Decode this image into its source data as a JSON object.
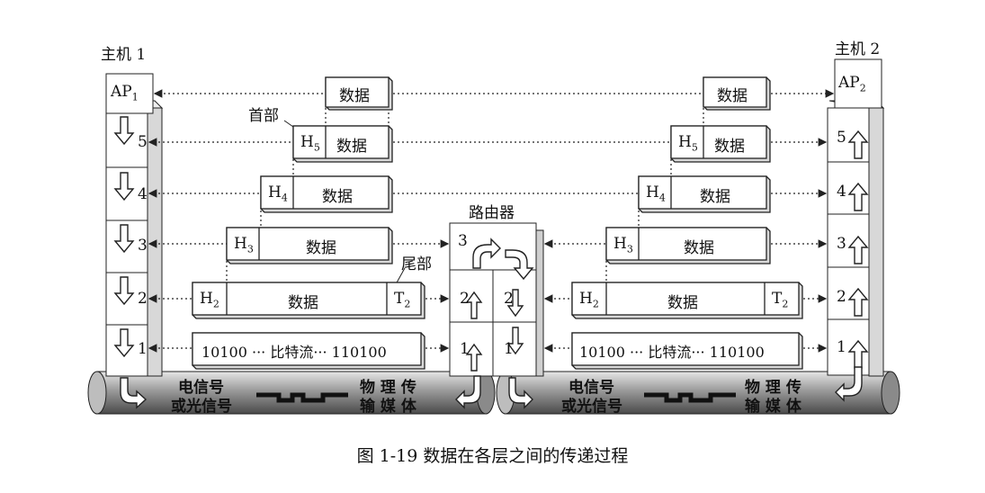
{
  "host1": {
    "label": "主机 1",
    "ap_main": "AP",
    "ap_sub": "1"
  },
  "host2": {
    "label": "主机 2",
    "ap_main": "AP",
    "ap_sub": "2"
  },
  "router": {
    "label": "路由器",
    "layers_left": [
      "3",
      "2",
      "1"
    ],
    "layers_right": [
      "2",
      "1"
    ]
  },
  "layers": [
    "5",
    "4",
    "3",
    "2",
    "1"
  ],
  "annotations": {
    "header": "首部",
    "trailer": "尾部"
  },
  "pdu": {
    "data": "数据",
    "h5_main": "H",
    "h5_sub": "5",
    "h4_main": "H",
    "h4_sub": "4",
    "h3_main": "H",
    "h3_sub": "3",
    "h2_main": "H",
    "h2_sub": "2",
    "t2_main": "T",
    "t2_sub": "2",
    "bitstream": "10100 ··· 比特流··· 110100"
  },
  "media": {
    "signal_line1": "电信号",
    "signal_line2": "或光信号",
    "medium_line1": "物 理 传",
    "medium_line2": "输 媒 体"
  },
  "caption": "图 1-19    数据在各层之间的传递过程"
}
